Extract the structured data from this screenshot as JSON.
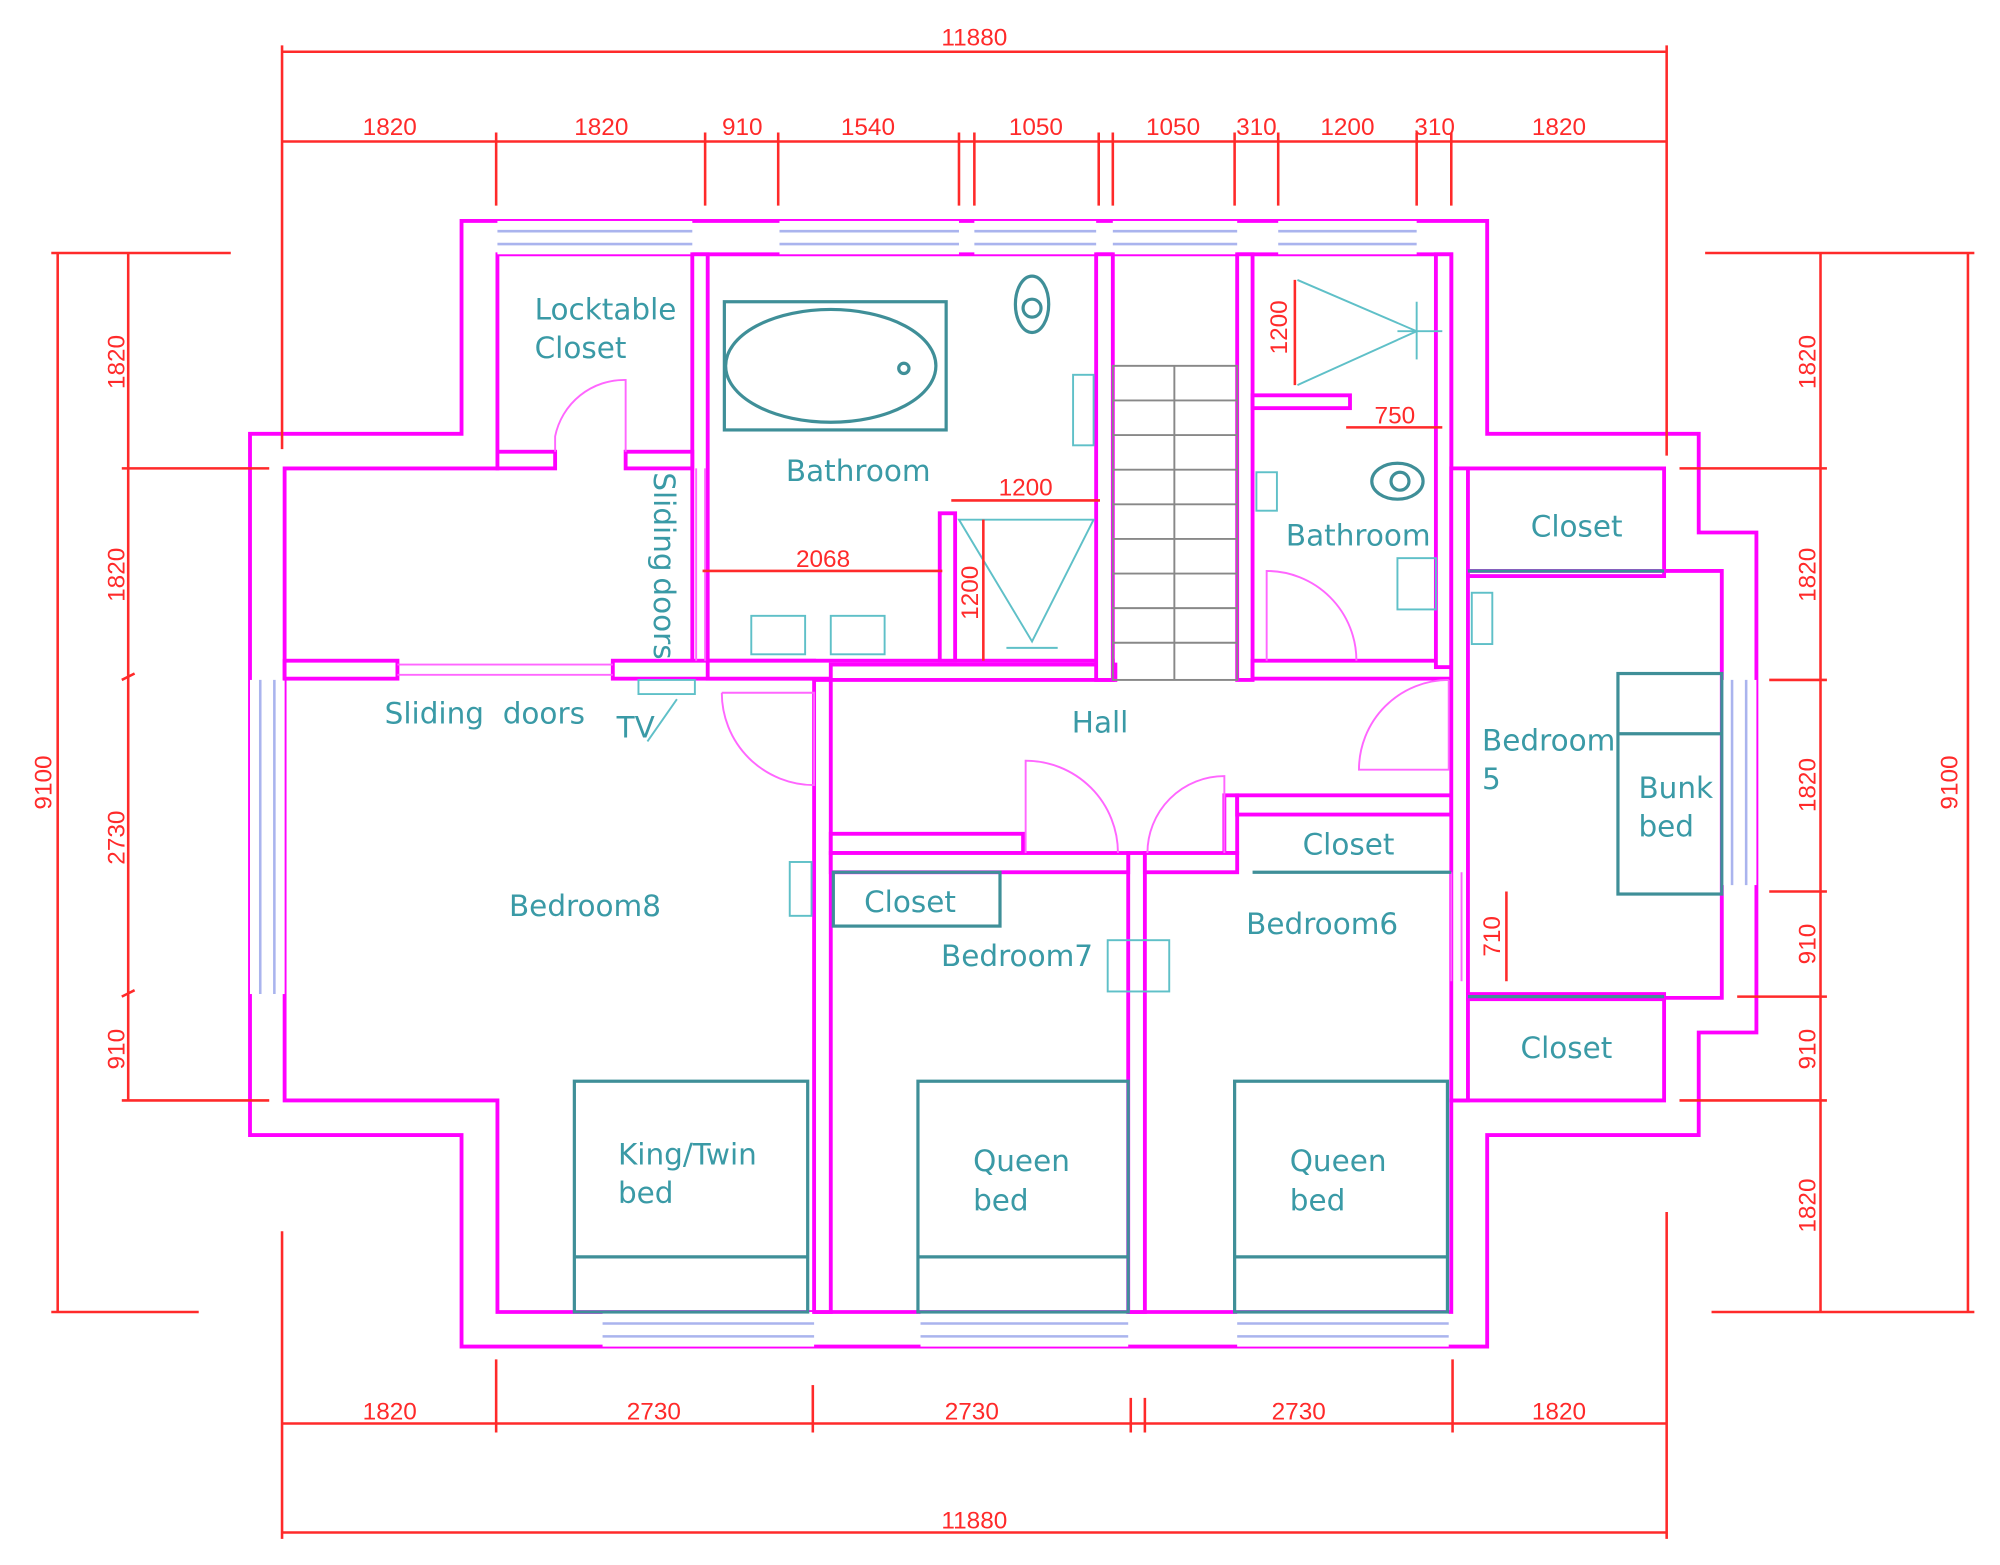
{
  "title": "Floor plan - upper floor",
  "rooms": {
    "locktable_closet_1": "Locktable",
    "locktable_closet_2": "Closet",
    "bathroom_main": "Bathroom",
    "bathroom_second": "Bathroom",
    "sliding_doors_vertical_1": "Sliding",
    "sliding_doors_vertical_2": "doors",
    "sliding_doors": "Sliding  doors",
    "tv": "TV",
    "hall": "Hall",
    "bedroom8": "Bedroom8",
    "bedroom7": "Bedroom7",
    "bedroom6": "Bedroom6",
    "bedroom5_1": "Bedroom",
    "bedroom5_2": "5",
    "closet_b7": "Closet",
    "closet_b6": "Closet",
    "closet_b5_top": "Closet",
    "closet_b5_bottom": "Closet",
    "bed_b8_1": "King/Twin",
    "bed_b8_2": "bed",
    "bed_b7_1": "Queen",
    "bed_b7_2": "bed",
    "bed_b6_1": "Queen",
    "bed_b6_2": "bed",
    "bunk_1": "Bunk",
    "bunk_2": "bed"
  },
  "dimensions": {
    "top_total": "11880",
    "top_segments": [
      "1820",
      "1820",
      "910",
      "1540",
      "1050",
      "1050",
      "310",
      "1200",
      "310",
      "1820"
    ],
    "bottom_segments": [
      "1820",
      "2730",
      "2730",
      "2730",
      "1820"
    ],
    "bottom_total": "11880",
    "left_total": "9100",
    "left_segments": [
      "1820",
      "1820",
      "2730",
      "910"
    ],
    "right_total": "9100",
    "right_segments": [
      "1820",
      "1820",
      "1820",
      "910",
      "910",
      "1820"
    ],
    "interior": {
      "shower_right_height": "1200",
      "shower_right_width": "750",
      "shower_main_width": "1200",
      "shower_main_height": "1200",
      "vanity_width": "2068",
      "closet_b5_offset": "710"
    }
  },
  "colors": {
    "walls": "#ff00ff",
    "dimensions": "#ff2a2a",
    "labels": "#3a9aa6",
    "windows": "#aab4ee"
  }
}
